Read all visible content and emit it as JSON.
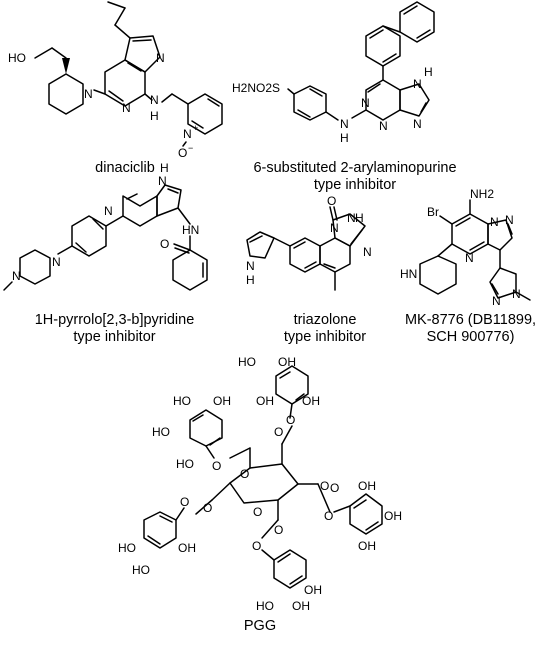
{
  "compounds": [
    {
      "id": "dinaciclib",
      "line1": "dinaciclib",
      "line2": ""
    },
    {
      "id": "arylaminopurine",
      "line1": "6-substituted 2-arylaminopurine",
      "line2": "type inhibitor"
    },
    {
      "id": "pyrrolopyridine",
      "line1": "1H-pyrrolo[2,3-b]pyridine",
      "line2": "type inhibitor"
    },
    {
      "id": "triazolone",
      "line1": "triazolone",
      "line2": "type inhibitor"
    },
    {
      "id": "mk8776",
      "line1": "MK-8776 (DB11899,",
      "line2": "SCH 900776)"
    },
    {
      "id": "pgg",
      "line1": "PGG",
      "line2": ""
    }
  ],
  "atoms": {
    "dinaciclib": [
      "HO",
      "N",
      "N",
      "N",
      "N",
      "H",
      "N",
      "+",
      "O",
      "−"
    ],
    "arylaminopurine": [
      "H2NO2S",
      "N",
      "N",
      "N",
      "N",
      "H",
      "H",
      "N"
    ],
    "pyrrolopyridine": [
      "N",
      "N",
      "H",
      "N",
      "N",
      "HN",
      "O"
    ],
    "triazolone": [
      "O",
      "N",
      "H",
      "N",
      "N",
      "N",
      "H"
    ],
    "mk8776": [
      "NH2",
      "Br",
      "N",
      "N",
      "N",
      "HN",
      "N",
      "N"
    ],
    "pgg": [
      "HO",
      "OH",
      "OH",
      "HO",
      "OH",
      "HO",
      "HO",
      "OH",
      "O",
      "O",
      "O",
      "O",
      "O",
      "O",
      "O",
      "O",
      "O",
      "O",
      "O",
      "O",
      "OH",
      "OH",
      "OH",
      "HO",
      "OH",
      "HO",
      "OH",
      "HO",
      "OH"
    ]
  }
}
